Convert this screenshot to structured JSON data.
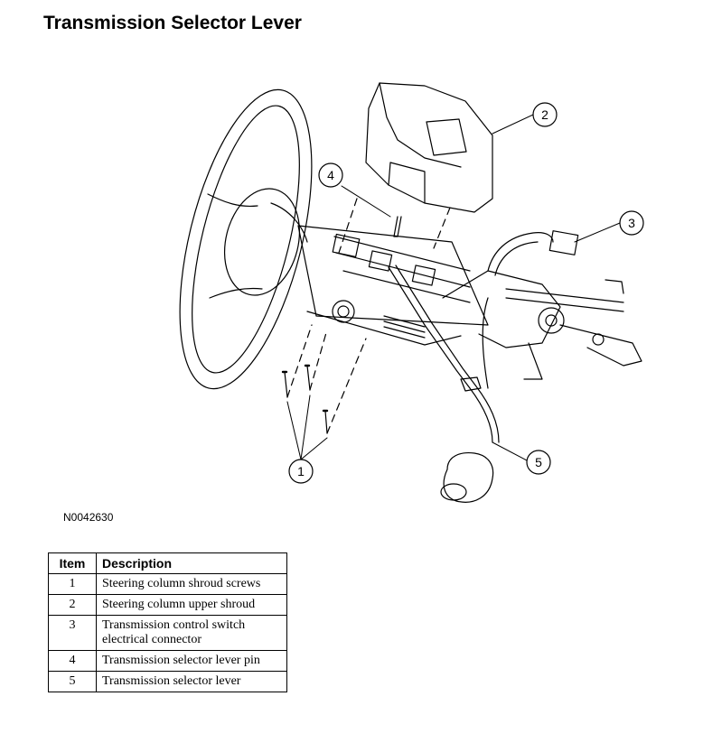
{
  "title": "Transmission Selector Lever",
  "figure_id": "N0042630",
  "callouts": [
    "1",
    "2",
    "3",
    "4",
    "5"
  ],
  "table": {
    "headers": [
      "Item",
      "Description"
    ],
    "rows": [
      {
        "item": "1",
        "description": "Steering column shroud screws"
      },
      {
        "item": "2",
        "description": "Steering column upper shroud"
      },
      {
        "item": "3",
        "description": "Transmission control switch electrical connector"
      },
      {
        "item": "4",
        "description": "Transmission selector lever pin"
      },
      {
        "item": "5",
        "description": "Transmission selector lever"
      }
    ]
  }
}
